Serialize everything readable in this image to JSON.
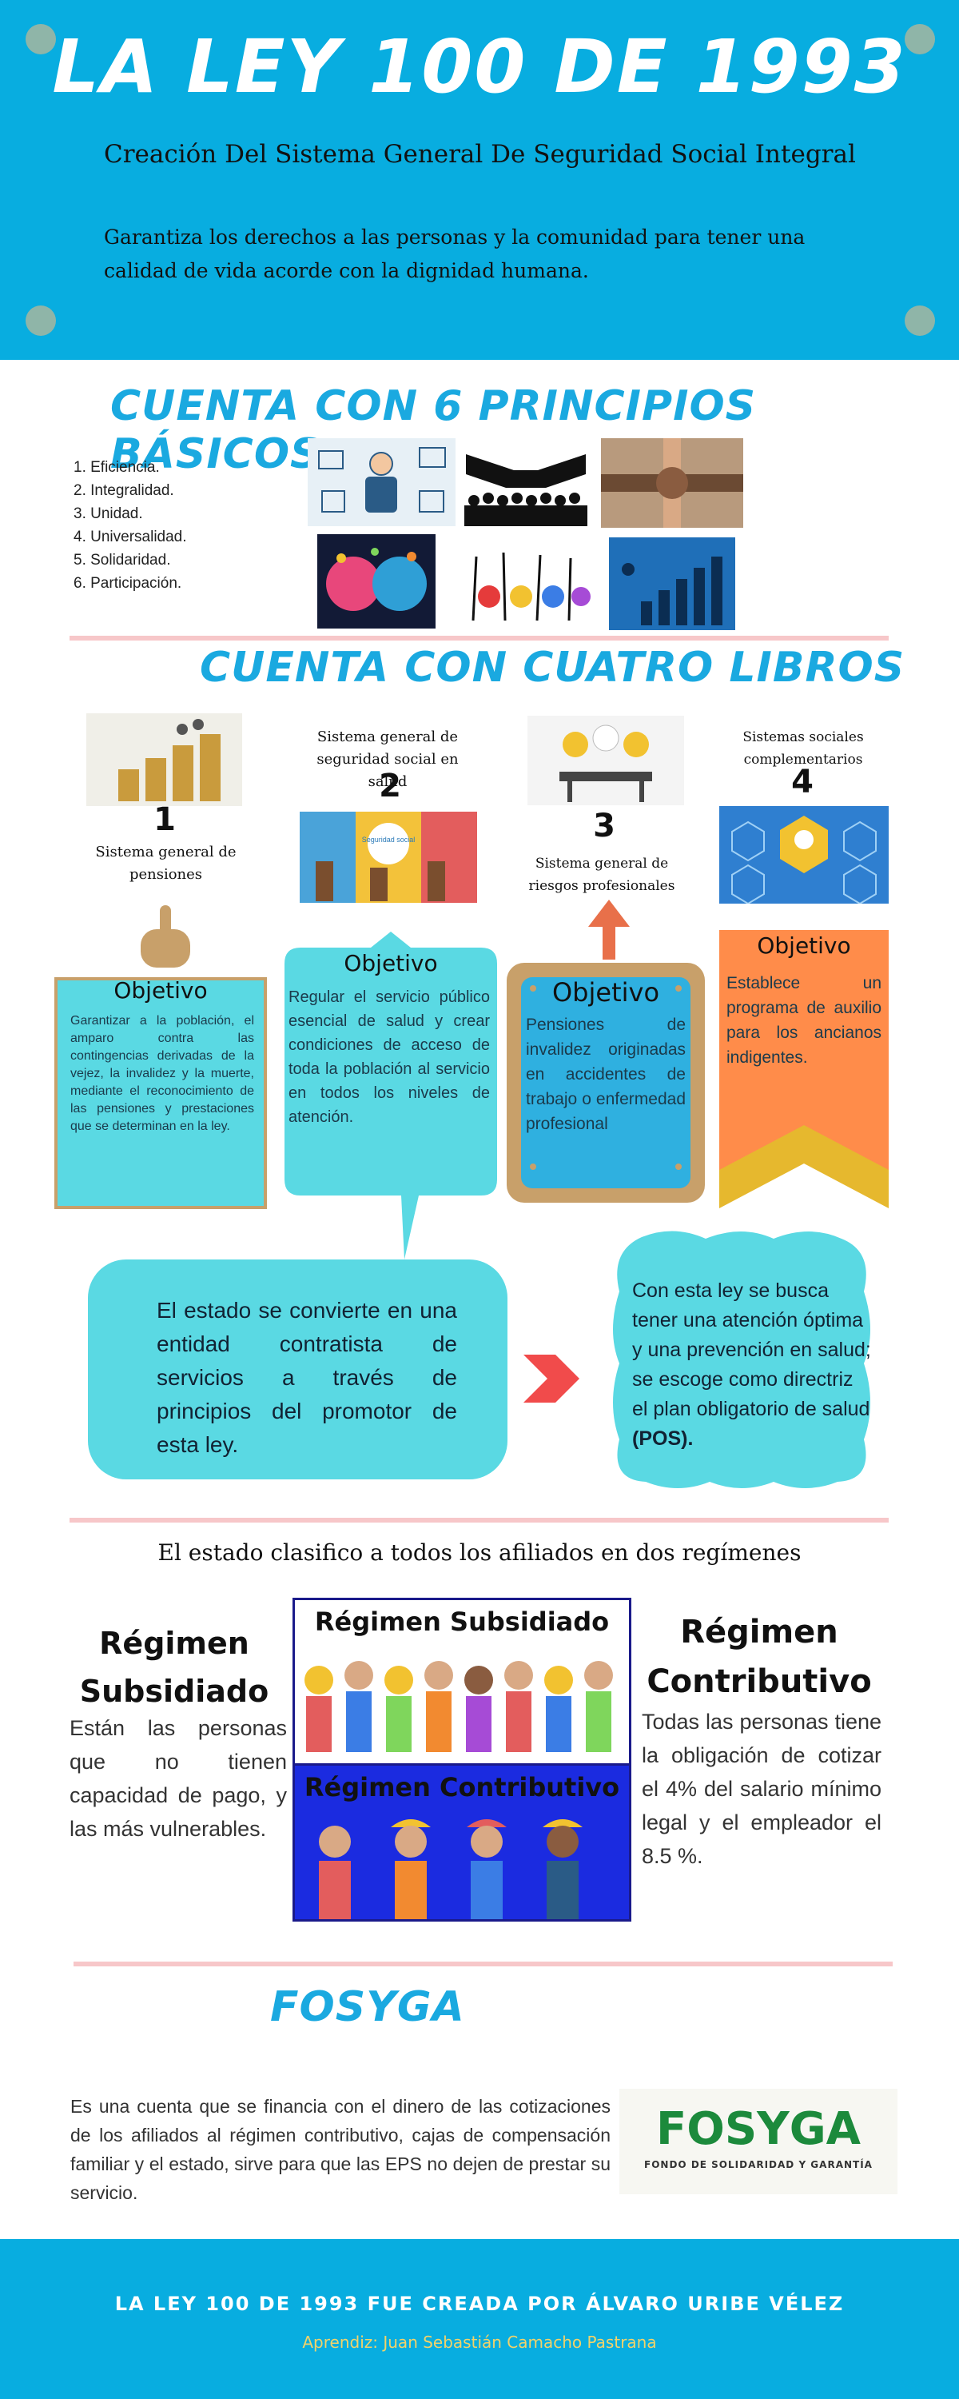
{
  "header": {
    "title": "LA LEY 100 DE 1993",
    "subtitle": "Creación Del Sistema General De Seguridad Social Integral",
    "intro": "Garantiza los derechos a las personas y la comunidad para tener una calidad de vida acorde con la dignidad humana."
  },
  "principles": {
    "title": "CUENTA CON 6 PRINCIPIOS BÁSICOS",
    "items": [
      "1. Eficiencia.",
      "2. Integralidad.",
      "3. Unidad.",
      "4. Universalidad.",
      "5. Solidaridad.",
      "6. Participación."
    ]
  },
  "books": {
    "title": "CUENTA CON CUATRO LIBROS",
    "items": [
      {
        "num": "1",
        "label": "Sistema general de pensiones",
        "obj_title": "Objetivo",
        "obj_text": "Garantizar a la población, el amparo contra las contingencias derivadas de la vejez, la invalidez y la muerte, mediante el reconocimiento de las pensiones y prestaciones que se determinan en la ley."
      },
      {
        "num": "2",
        "label": "Sistema general de seguridad social en salud",
        "obj_title": "Objetivo",
        "obj_text": "Regular el servicio público esencial de salud y crear condiciones de acceso de toda la población al servicio en todos los niveles de atención."
      },
      {
        "num": "3",
        "label": "Sistema general de riesgos profesionales",
        "obj_title": "Objetivo",
        "obj_text": "Pensiones de invalidez originadas en accidentes de trabajo o enfermedad profesional"
      },
      {
        "num": "4",
        "label": "Sistemas sociales complementarios",
        "obj_title": "Objetivo",
        "obj_text": "Establece un programa de auxilio para los ancianos indigentes."
      }
    ],
    "image_text": "Seguridad social"
  },
  "statements": {
    "left": "El estado se convierte en una entidad contratista de servicios a través de principios del promotor de esta ley.",
    "right": "Con esta ley se busca tener una atención óptima y una prevención en salud; se escoge como directriz el plan obligatorio de salud",
    "right_bold": "(POS)."
  },
  "regimes": {
    "intro": "El estado clasifico a todos los afiliados en dos regímenes",
    "subsidiado_title": "Régimen Subsidiado",
    "subsidiado_text": "Están las personas que no tienen capacidad de pago, y las más vulnerables.",
    "contributivo_title": "Régimen Contributivo",
    "contributivo_text": "Todas las personas tiene la obligación de cotizar el 4% del salario mínimo legal y el empleador el 8.5 %.",
    "image_label_top": "Régimen Subsidiado",
    "image_label_bottom": "Régimen Contributivo"
  },
  "fosyga": {
    "title": "FOSYGA",
    "text": "Es una cuenta que se financia con el dinero de las cotizaciones de los afiliados al régimen contributivo, cajas de compensación familiar y el estado, sirve para que las EPS no dejen de prestar su servicio.",
    "logo_text": "FOSYGA",
    "logo_subtext": "FONDO DE SOLIDARIDAD Y GARANTÍA"
  },
  "footer": {
    "line1": "LA LEY 100 DE 1993 FUE CREADA POR ÁLVARO URIBE VÉLEZ",
    "line2": "Aprendiz: Juan Sebastián Camacho Pastrana"
  },
  "colors": {
    "header_bg": "#08ade0",
    "section_title": "#1aa9e0",
    "bubble": "#5ad9e3",
    "divider": "#f7c7c9",
    "orange": "#ff8c4a",
    "gold": "#e6b82e",
    "tan": "#c8a06a"
  }
}
